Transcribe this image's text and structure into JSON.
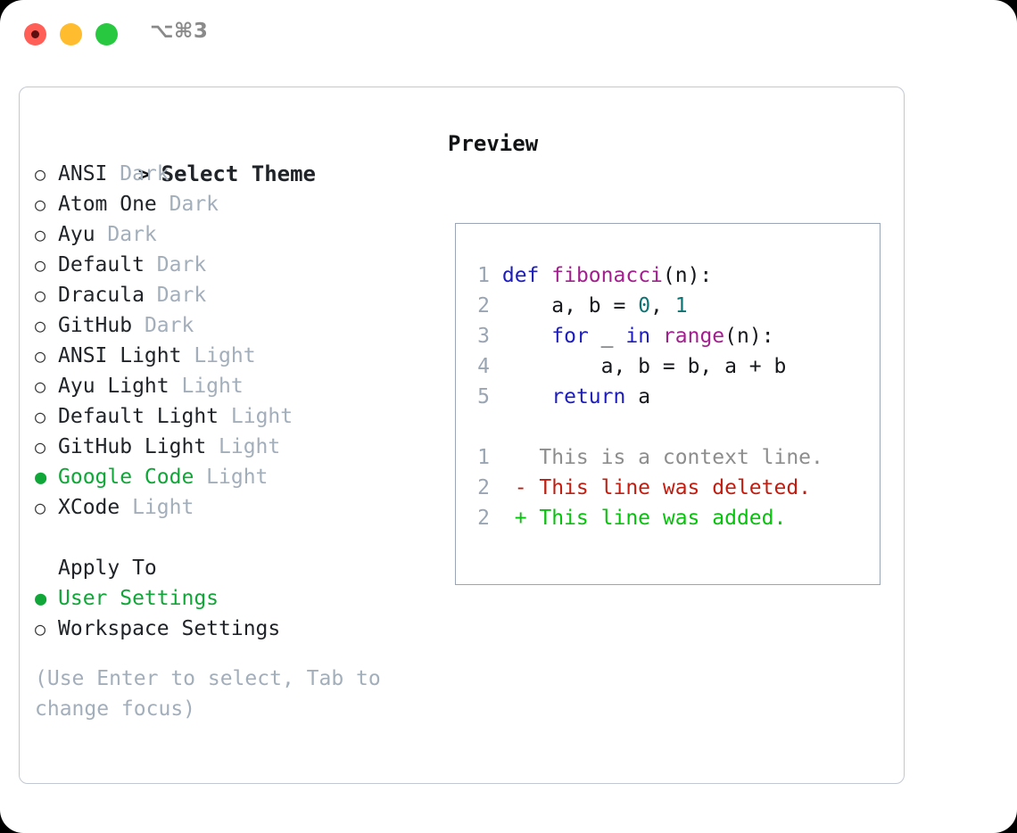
{
  "titlebar": {
    "shortcut": "⌥⌘3",
    "buttons": [
      {
        "name": "close",
        "color": "#ff5f57"
      },
      {
        "name": "minimize",
        "color": "#febc2e"
      },
      {
        "name": "maximize",
        "color": "#28c840"
      }
    ]
  },
  "theme_selector": {
    "header_prefix": ">",
    "header": "Select Theme",
    "bullet_unselected": "○",
    "bullet_selected": "●",
    "items": [
      {
        "name": "ANSI",
        "variant": "Dark",
        "selected": false
      },
      {
        "name": "Atom One",
        "variant": "Dark",
        "selected": false
      },
      {
        "name": "Ayu",
        "variant": "Dark",
        "selected": false
      },
      {
        "name": "Default",
        "variant": "Dark",
        "selected": false
      },
      {
        "name": "Dracula",
        "variant": "Dark",
        "selected": false
      },
      {
        "name": "GitHub",
        "variant": "Dark",
        "selected": false
      },
      {
        "name": "ANSI Light",
        "variant": "Light",
        "selected": false
      },
      {
        "name": "Ayu Light",
        "variant": "Light",
        "selected": false
      },
      {
        "name": "Default Light",
        "variant": "Light",
        "selected": false
      },
      {
        "name": "GitHub Light",
        "variant": "Light",
        "selected": false
      },
      {
        "name": "Google Code",
        "variant": "Light",
        "selected": true
      },
      {
        "name": "XCode",
        "variant": "Light",
        "selected": false
      }
    ]
  },
  "apply_to": {
    "header": "Apply To",
    "items": [
      {
        "name": "User Settings",
        "selected": true
      },
      {
        "name": "Workspace Settings",
        "selected": false
      }
    ]
  },
  "hint": "(Use Enter to select, Tab to change focus)",
  "preview": {
    "title": "Preview",
    "code_lines": [
      {
        "no": "1",
        "tokens": [
          {
            "t": "def",
            "c": "kw"
          },
          {
            "t": " ",
            "c": "plain"
          },
          {
            "t": "fibonacci",
            "c": "fn"
          },
          {
            "t": "(n):",
            "c": "plain"
          }
        ]
      },
      {
        "no": "2",
        "tokens": [
          {
            "t": "    a, b = ",
            "c": "plain"
          },
          {
            "t": "0",
            "c": "num"
          },
          {
            "t": ", ",
            "c": "plain"
          },
          {
            "t": "1",
            "c": "num"
          }
        ]
      },
      {
        "no": "3",
        "tokens": [
          {
            "t": "    ",
            "c": "plain"
          },
          {
            "t": "for",
            "c": "kw"
          },
          {
            "t": " _ ",
            "c": "plain"
          },
          {
            "t": "in",
            "c": "kw"
          },
          {
            "t": " ",
            "c": "plain"
          },
          {
            "t": "range",
            "c": "fn"
          },
          {
            "t": "(n):",
            "c": "plain"
          }
        ]
      },
      {
        "no": "4",
        "tokens": [
          {
            "t": "        a, b = b, a + b",
            "c": "plain"
          }
        ]
      },
      {
        "no": "5",
        "tokens": [
          {
            "t": "    ",
            "c": "plain"
          },
          {
            "t": "return",
            "c": "kw"
          },
          {
            "t": " a",
            "c": "plain"
          }
        ]
      }
    ],
    "diff_lines": [
      {
        "no": "1",
        "marker": " ",
        "text": " This is a context line.",
        "kind": "ctx"
      },
      {
        "no": "2",
        "marker": "-",
        "text": " This line was deleted.",
        "kind": "del"
      },
      {
        "no": "2",
        "marker": "+",
        "text": " This line was added.",
        "kind": "add"
      }
    ]
  },
  "colors": {
    "accent_green": "#11a638",
    "muted": "#a3aebb",
    "keyword": "#1d1dbd",
    "function": "#a21f8e",
    "number": "#0d7373",
    "diff_added": "#07c20c",
    "diff_deleted": "#c21d10",
    "diff_context": "#8d8d8d",
    "panel_border": "#c2c8d2",
    "code_border": "#9aa6b7"
  }
}
